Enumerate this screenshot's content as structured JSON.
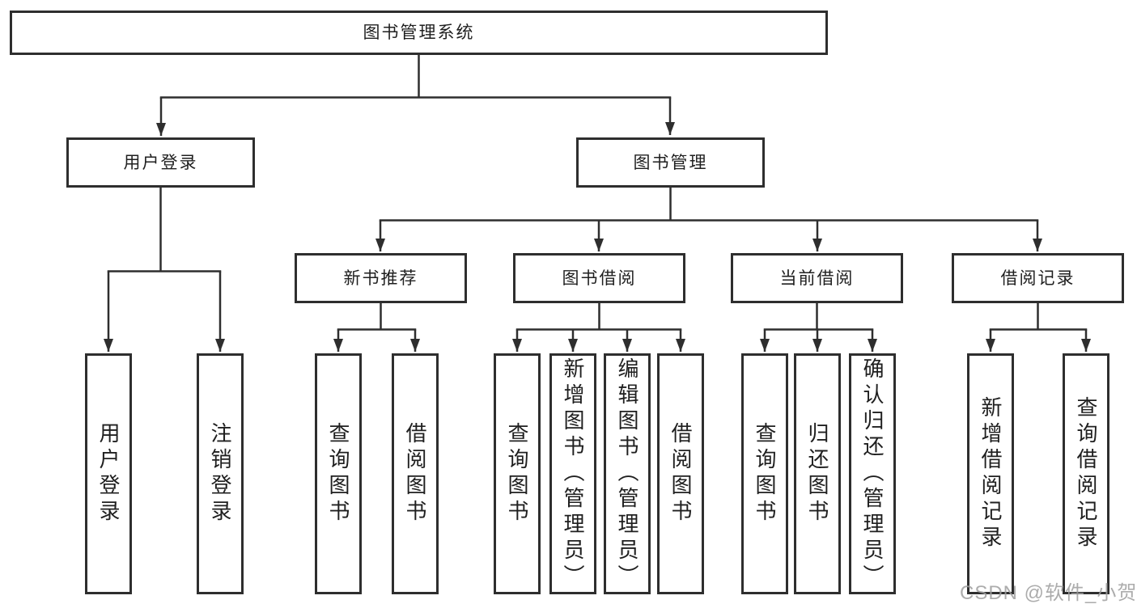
{
  "diagram": {
    "title": "图书管理系统",
    "tree": {
      "root": {
        "label": "图书管理系统"
      },
      "level1": [
        {
          "id": "user-login",
          "label": "用户登录"
        },
        {
          "id": "book-management",
          "label": "图书管理"
        }
      ],
      "level2": [
        {
          "id": "new-book-recommend",
          "parent": "图书管理",
          "label": "新书推荐"
        },
        {
          "id": "book-borrowing",
          "parent": "图书管理",
          "label": "图书借阅"
        },
        {
          "id": "current-borrowing",
          "parent": "图书管理",
          "label": "当前借阅"
        },
        {
          "id": "borrowing-records",
          "parent": "图书管理",
          "label": "借阅记录"
        }
      ],
      "leaves": [
        {
          "id": "leaf-user-login",
          "parent": "用户登录",
          "label": "用户登录"
        },
        {
          "id": "leaf-logout",
          "parent": "用户登录",
          "label": "注销登录"
        },
        {
          "id": "leaf-query-books-recommend",
          "parent": "新书推荐",
          "label": "查询图书"
        },
        {
          "id": "leaf-borrow-books-recommend",
          "parent": "新书推荐",
          "label": "借阅图书"
        },
        {
          "id": "leaf-query-books-borrow",
          "parent": "图书借阅",
          "label": "查询图书"
        },
        {
          "id": "leaf-add-book-admin",
          "parent": "图书借阅",
          "label": "新增图书（管理员）"
        },
        {
          "id": "leaf-edit-book-admin",
          "parent": "图书借阅",
          "label": "编辑图书（管理员）"
        },
        {
          "id": "leaf-borrow-books-borrow",
          "parent": "图书借阅",
          "label": "借阅图书"
        },
        {
          "id": "leaf-query-books-current",
          "parent": "当前借阅",
          "label": "查询图书"
        },
        {
          "id": "leaf-return-book",
          "parent": "当前借阅",
          "label": "归还图书"
        },
        {
          "id": "leaf-confirm-return-admin",
          "parent": "当前借阅",
          "label": "确认归还（管理员）"
        },
        {
          "id": "leaf-add-borrow-record",
          "parent": "借阅记录",
          "label": "新增借阅记录"
        },
        {
          "id": "leaf-query-borrow-record",
          "parent": "借阅记录",
          "label": "查询借阅记录"
        }
      ]
    },
    "colors": {
      "line": "#2e2e2e",
      "box_border": "#2e2e2e",
      "text": "#1f1f1f",
      "background": "#ffffff",
      "watermark": "#9e9e9e"
    }
  },
  "watermark": {
    "text": "CSDN @软件_小贺同学"
  }
}
